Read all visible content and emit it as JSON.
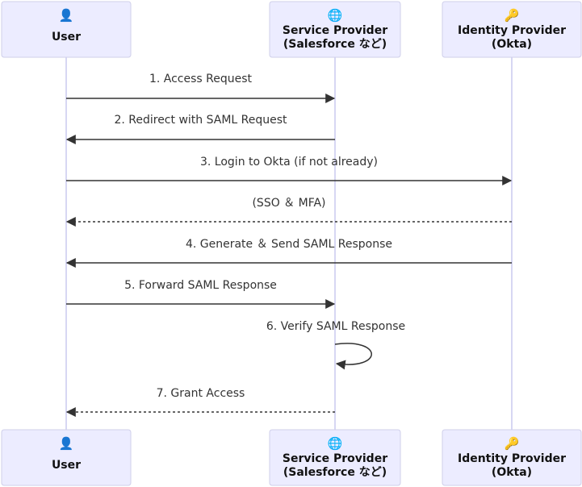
{
  "actors": [
    {
      "id": "user",
      "icon": "👤",
      "icon_name": "user-icon",
      "lines": [
        "User"
      ]
    },
    {
      "id": "sp",
      "icon": "🌐",
      "icon_name": "globe-icon",
      "lines": [
        "Service Provider",
        "(Salesforce など)"
      ]
    },
    {
      "id": "idp",
      "icon": "🔑",
      "icon_name": "key-icon",
      "lines": [
        "Identity Provider",
        "(Okta)"
      ]
    }
  ],
  "messages": [
    {
      "from": "user",
      "to": "sp",
      "label": "1. Access Request",
      "style": "solid"
    },
    {
      "from": "sp",
      "to": "user",
      "label": "2. Redirect with SAML Request",
      "style": "solid"
    },
    {
      "from": "user",
      "to": "idp",
      "label": "3. Login to Okta (if not already)",
      "style": "solid"
    },
    {
      "from": "idp",
      "to": "user",
      "label": "(SSO ＆ MFA)",
      "style": "dashed"
    },
    {
      "from": "idp",
      "to": "user",
      "label": "4. Generate ＆ Send SAML Response",
      "style": "solid"
    },
    {
      "from": "user",
      "to": "sp",
      "label": "5. Forward SAML Response",
      "style": "solid"
    },
    {
      "from": "sp",
      "to": "sp",
      "label": "6. Verify SAML Response",
      "style": "self"
    },
    {
      "from": "sp",
      "to": "user",
      "label": "7. Grant Access",
      "style": "dashed"
    }
  ],
  "colors": {
    "actor_fill": "#ECECFF",
    "actor_border": "#CFCFEA",
    "lifeline": "#CDCDF0",
    "arrow": "#333333"
  }
}
